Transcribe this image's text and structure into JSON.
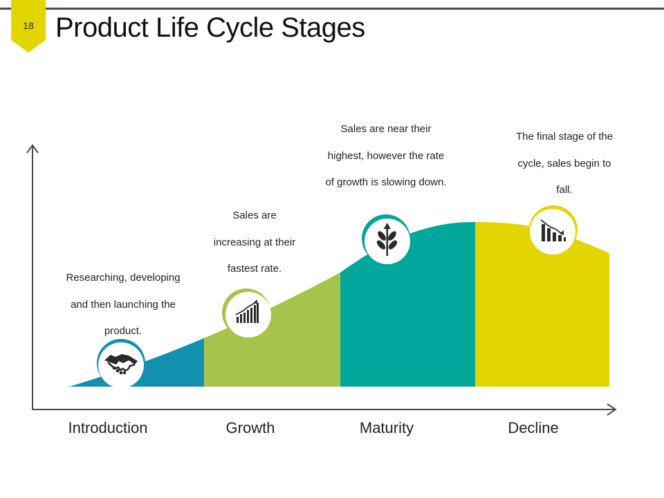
{
  "slide": {
    "page_number": "18",
    "title": "Product Life Cycle Stages"
  },
  "colors": {
    "introduction": "#138fb0",
    "growth": "#a6c44b",
    "maturity": "#01a79b",
    "decline": "#e3d504",
    "badge": "#e3d504",
    "axis": "#4a4a4a"
  },
  "stages": [
    {
      "name": "Introduction",
      "description_lines": [
        "Researching, developing",
        "and then launching the",
        "product."
      ],
      "icon": "handshake-icon"
    },
    {
      "name": "Growth",
      "description_lines": [
        "Sales are",
        "increasing at their",
        "fastest rate."
      ],
      "icon": "rising-bar-chart-icon"
    },
    {
      "name": "Maturity",
      "description_lines": [
        "Sales are near their",
        "highest, however the rate",
        "of growth is slowing down."
      ],
      "icon": "growing-plant-icon"
    },
    {
      "name": "Decline",
      "description_lines": [
        "The final stage of the",
        "cycle, sales begin to",
        "fall."
      ],
      "icon": "declining-bar-chart-icon"
    }
  ]
}
